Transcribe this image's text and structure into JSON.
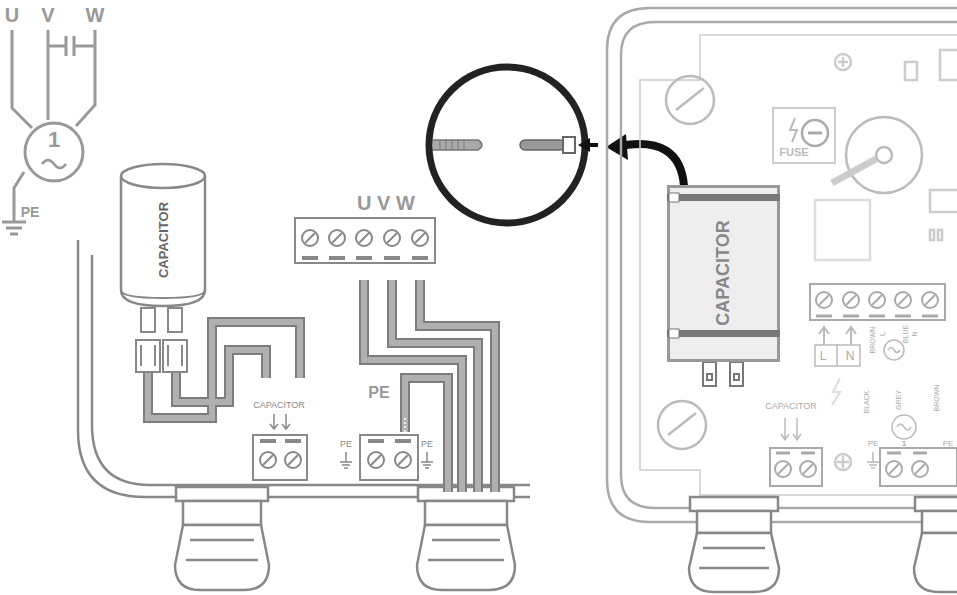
{
  "diagram": {
    "nodes": [
      {
        "text": [
          "1"
        ]
      },
      {
        "text": [
          "CAPACITOR"
        ]
      },
      {
        "text": [
          "CAPACITOR"
        ]
      }
    ],
    "labels": [
      "U",
      "V",
      "W",
      "PE",
      "U V W",
      "PE",
      "CAPACITOR",
      "PE",
      "PE",
      "FUSE",
      "L",
      "N",
      "BROWN",
      "L",
      "BLUE",
      "N",
      "CAPACITOR",
      "BLACK",
      "GREY",
      "BROWN",
      "PE",
      "PE",
      "1"
    ]
  }
}
